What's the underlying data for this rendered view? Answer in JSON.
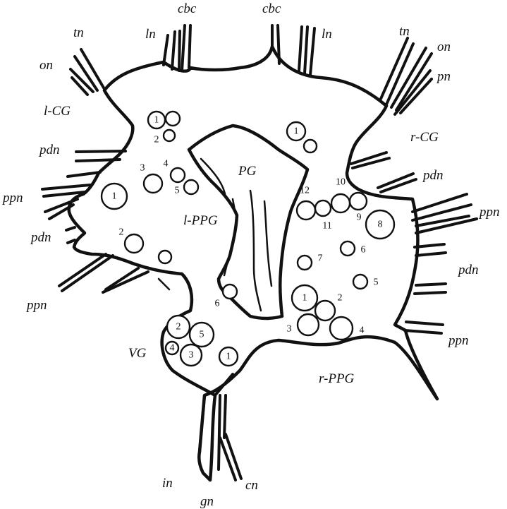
{
  "labels": {
    "tn_left": "tn",
    "tn_right": "tn",
    "on_left": "on",
    "on_right": "on",
    "ln_left": "ln",
    "ln_right": "ln",
    "cbc_left": "cbc",
    "cbc_right": "cbc",
    "pn": "pn",
    "l_cg": "l-CG",
    "r_cg": "r-CG",
    "pg": "PG",
    "l_ppg": "l-PPG",
    "r_ppg": "r-PPG",
    "vg": "VG",
    "pdn_left_upper": "pdn",
    "pdn_left_lower": "pdn",
    "pdn_right_upper": "pdn",
    "pdn_right_lower": "pdn",
    "ppn_left_upper": "ppn",
    "ppn_left_lower": "ppn",
    "ppn_right_upper": "ppn",
    "ppn_right_lower": "ppn",
    "in": "in",
    "gn": "gn",
    "cn": "cn"
  },
  "neuron_numbers": {
    "lcg_1": "1",
    "lcg_2": "2",
    "lppg_1": "1",
    "lppg_2": "2",
    "lppg_3": "3",
    "lppg_4": "4",
    "lppg_5": "5",
    "lppg_6": "6",
    "rcg_1": "1",
    "vg_1": "1",
    "vg_2": "2",
    "vg_3": "3",
    "vg_4": "4",
    "vg_5": "5",
    "rppg_1": "1",
    "rppg_2": "2",
    "rppg_3": "3",
    "rppg_4": "4",
    "rppg_5": "5",
    "rppg_6": "6",
    "rppg_7": "7",
    "rppg_8": "8",
    "rppg_9": "9",
    "rppg_10": "10",
    "rppg_11": "11",
    "rppg_12": "12"
  }
}
